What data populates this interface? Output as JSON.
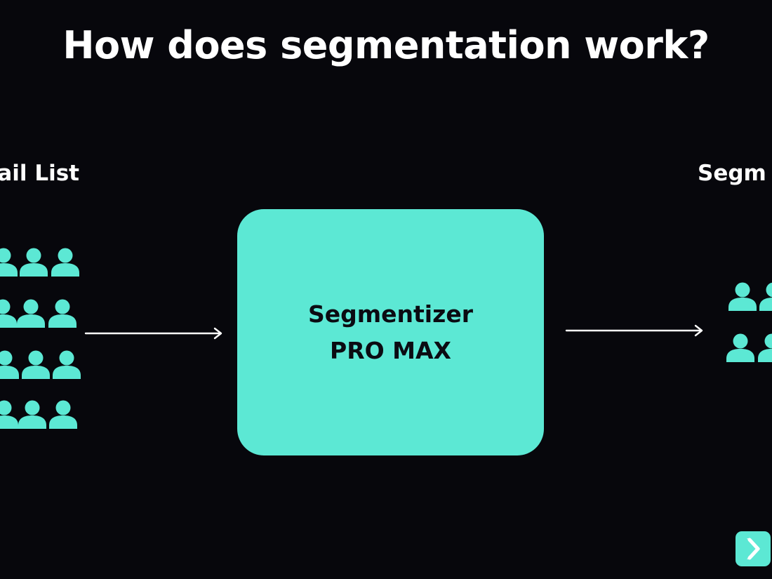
{
  "slide": {
    "title": "How does segmentation work?",
    "left_label": "ail List",
    "right_label": "Segm",
    "box": {
      "line1": "Segmentizer",
      "line2": "PRO MAX"
    }
  },
  "colors": {
    "background": "#07070c",
    "accent": "#5ce8d4",
    "text": "#ffffff",
    "box_text": "#0b0b12"
  },
  "icons": {
    "person": "person-icon",
    "arrow": "arrow-right-icon",
    "next": "chevron-right-icon"
  }
}
